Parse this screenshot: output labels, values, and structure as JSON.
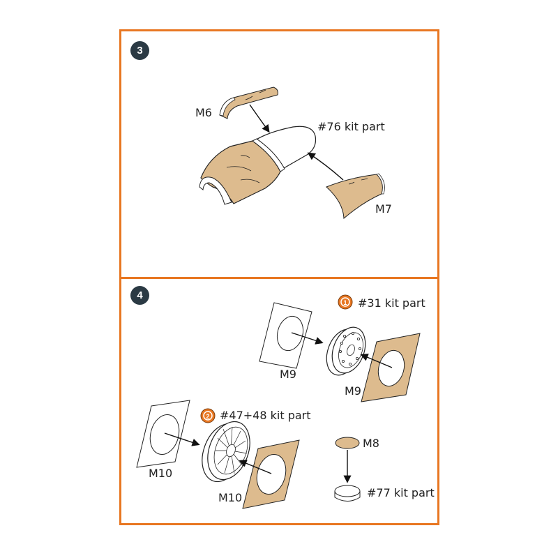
{
  "colors": {
    "frame": "#e87722",
    "mask": "#ddbb8e",
    "badge": "#2b3a44",
    "ink": "#222222"
  },
  "step3": {
    "number": "3",
    "labels": {
      "m6": "M6",
      "m7": "M7",
      "kit_part": "#76 kit part"
    }
  },
  "step4": {
    "number": "4",
    "labels": {
      "kit31": "#31 kit part",
      "m9_left": "M9",
      "m9_right": "M9",
      "kit47": "#47+48 kit part",
      "m10_left": "M10",
      "m10_right": "M10",
      "m8": "M8",
      "kit77": "#77 kit part"
    },
    "icons": [
      "kit-part-1-icon",
      "kit-part-2-icon"
    ]
  }
}
